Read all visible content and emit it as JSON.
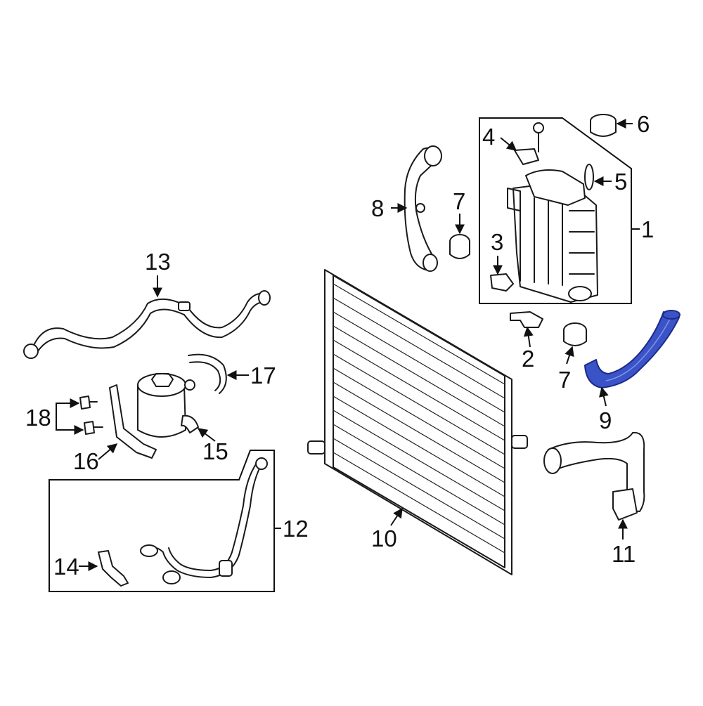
{
  "callouts": {
    "c1": "1",
    "c2": "2",
    "c3": "3",
    "c4": "4",
    "c5": "5",
    "c6": "6",
    "c7a": "7",
    "c7b": "7",
    "c8": "8",
    "c9": "9",
    "c10": "10",
    "c11": "11",
    "c12": "12",
    "c13": "13",
    "c14": "14",
    "c15": "15",
    "c16": "16",
    "c17": "17",
    "c18": "18"
  },
  "colors": {
    "highlight": "#3a54c8",
    "line": "#1a1a1a"
  }
}
